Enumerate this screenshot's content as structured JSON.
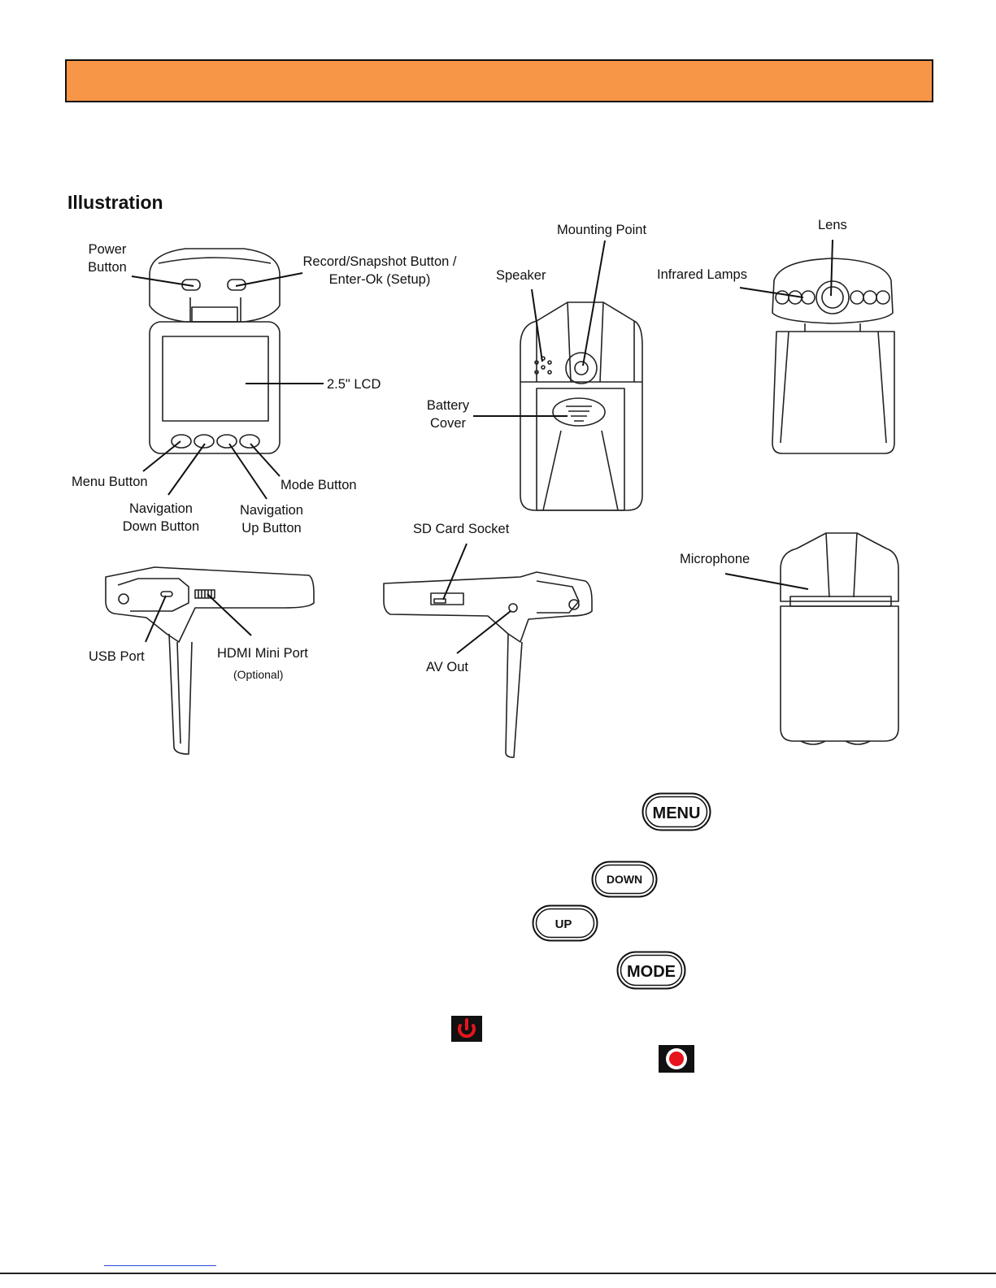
{
  "section_title": "Illustration",
  "labels": {
    "power_button": "Power\nButton",
    "record_button": "Record/Snapshot Button /\nEnter-Ok (Setup)",
    "lcd": "2.5\" LCD",
    "menu_button": "Menu Button",
    "nav_down": "Navigation\nDown Button",
    "nav_up": "Navigation\nUp Button",
    "mode_button": "Mode Button",
    "mounting_point": "Mounting Point",
    "speaker": "Speaker",
    "battery_cover": "Battery\nCover",
    "lens": "Lens",
    "infrared_lamps": "Infrared Lamps",
    "sd_card_socket": "SD Card Socket",
    "microphone": "Microphone",
    "usb_port": "USB Port",
    "hdmi_mini_port": "HDMI Mini Port",
    "optional": "(Optional)",
    "av_out": "AV Out"
  },
  "keys": {
    "menu": "MENU",
    "down": "DOWN",
    "up": "UP",
    "mode": "MODE"
  },
  "icons": [
    "power-icon",
    "record-icon"
  ],
  "colors": {
    "banner": "#f79646",
    "icon_red": "#e8141c"
  }
}
